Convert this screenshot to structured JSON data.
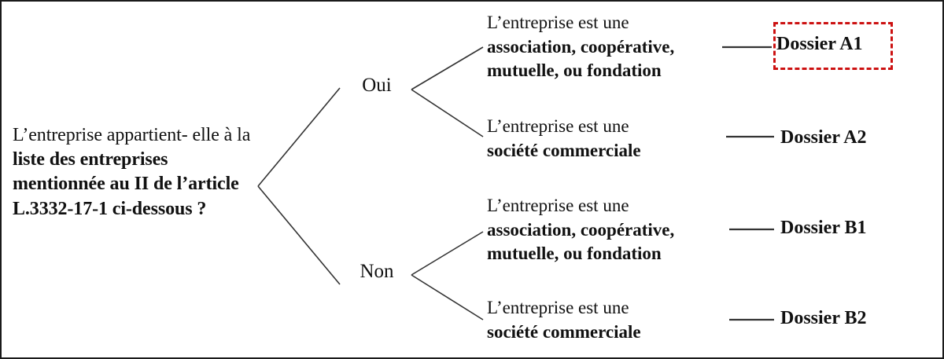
{
  "figure": {
    "type": "decision-tree",
    "title_visible": false,
    "border_color": "#1a1a1a",
    "highlight_color": "#CC1111",
    "edge_color": "#333333"
  },
  "root": {
    "label_plain_1": "L’entreprise appartient-",
    "label_plain_2": "elle à la ",
    "label_bold": "liste des entreprises mentionnée au II de l’article L.3332-17-1 ci-dessous ?"
  },
  "branches": [
    {
      "id": "oui",
      "label": "Oui"
    },
    {
      "id": "non",
      "label": "Non"
    }
  ],
  "leaves": [
    {
      "id": "a1",
      "desc_plain": "L’entreprise est une",
      "desc_bold": "association, coopérative, mutuelle, ou fondation",
      "outcome": "Dossier A1",
      "highlighted": true
    },
    {
      "id": "a2",
      "desc_plain": "L’entreprise est une",
      "desc_bold": "société commerciale",
      "outcome": "Dossier A2",
      "highlighted": false
    },
    {
      "id": "b1",
      "desc_plain": "L’entreprise est une",
      "desc_bold": "association, coopérative, mutuelle, ou fondation",
      "outcome": "Dossier B1",
      "highlighted": false
    },
    {
      "id": "b2",
      "desc_plain": "L’entreprise est une",
      "desc_bold": "société commerciale",
      "outcome": "Dossier B2",
      "highlighted": false
    }
  ]
}
